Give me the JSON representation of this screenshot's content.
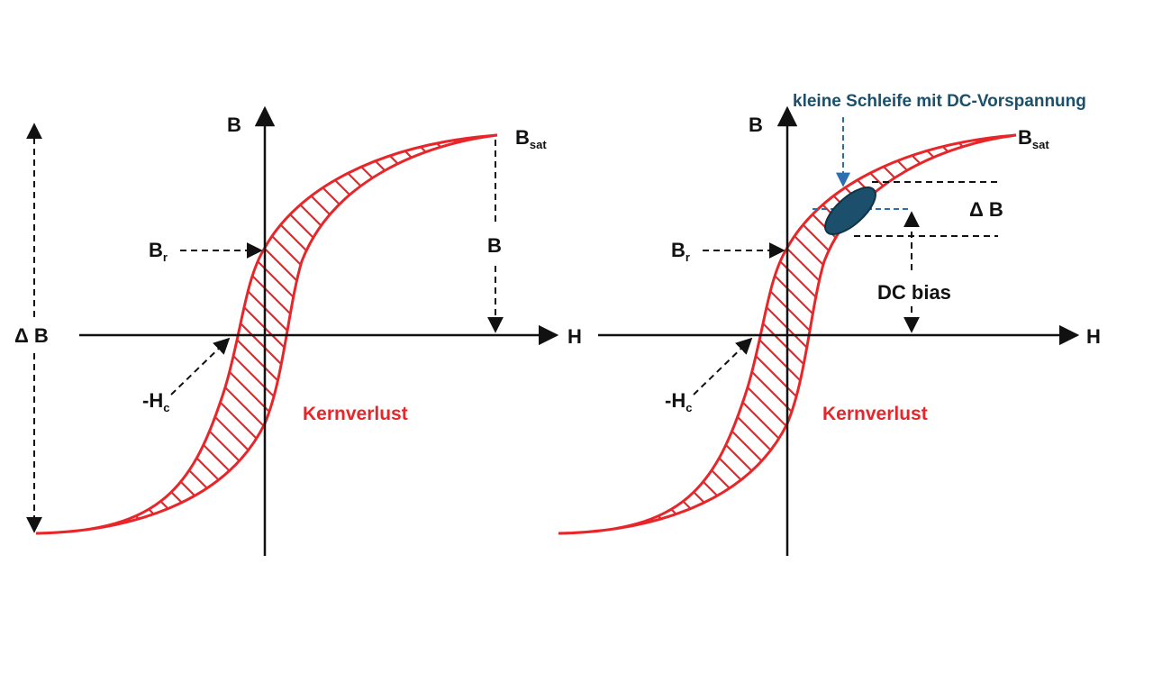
{
  "colors": {
    "loop": "#e8262a",
    "axis": "#111111",
    "minor_loop": "#1b4f6b",
    "minor_guide": "#2a6fb0",
    "text": "#111111"
  },
  "left_panel": {
    "y_axis": "B",
    "x_axis": "H",
    "saturation": {
      "main": "B",
      "sub": "sat"
    },
    "remanence": {
      "main": "B",
      "sub": "r"
    },
    "coercivity": {
      "main": "-H",
      "sub": "c"
    },
    "flux_swing": "Δ B",
    "flux_value": "B",
    "loss_label": "Kernverlust"
  },
  "right_panel": {
    "y_axis": "B",
    "x_axis": "H",
    "saturation": {
      "main": "B",
      "sub": "sat"
    },
    "remanence": {
      "main": "B",
      "sub": "r"
    },
    "coercivity": {
      "main": "-H",
      "sub": "c"
    },
    "flux_swing": "Δ B",
    "dc_bias": "DC bias",
    "minor_loop_label": "kleine Schleife mit DC-Vorspannung",
    "loss_label": "Kernverlust"
  }
}
